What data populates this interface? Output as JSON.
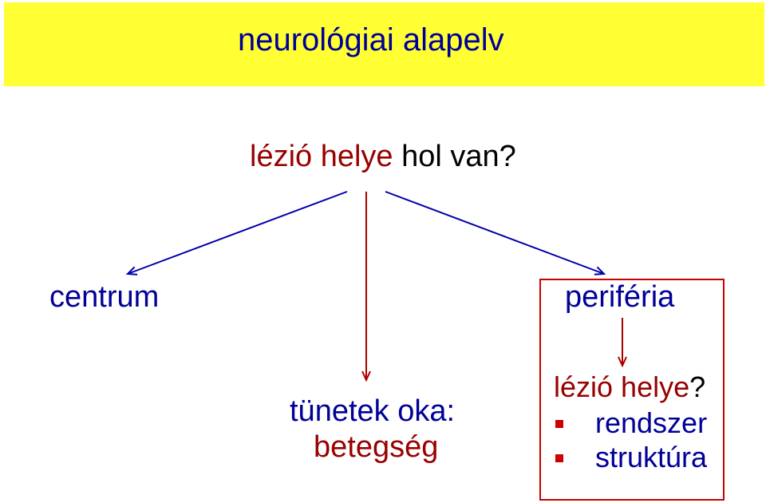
{
  "title": "neurológiai alapelv",
  "question": {
    "part1": "lézió helye",
    "part2": " hol van?"
  },
  "centrum": "centrum",
  "periferia": "periféria",
  "middle": {
    "line1": "tünetek oka:",
    "line2": "betegség"
  },
  "periphery_box": {
    "question": {
      "part1": "lézió helye",
      "part2": "?"
    },
    "items": [
      "rendszer",
      "struktúra"
    ]
  },
  "colors": {
    "title_bg": "#ffff33",
    "text_blue": "#000099",
    "text_red": "#990000",
    "box_border": "#cc0000",
    "arrow_blue": "#0000aa",
    "arrow_red": "#aa0000"
  }
}
